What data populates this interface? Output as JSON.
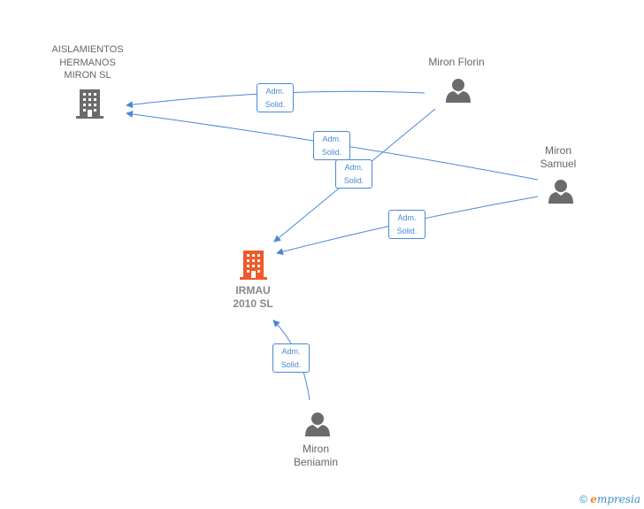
{
  "nodes": {
    "aislamientos": {
      "label": "AISLAMIENTOS\nHERMANOS\nMIRON  SL",
      "type": "company",
      "color": "#6b6b6b"
    },
    "irmau": {
      "label": "IRMAU\n2010  SL",
      "type": "company",
      "color": "#f05a28"
    },
    "miron_florin": {
      "label": "Miron Florin",
      "type": "person",
      "color": "#6b6b6b"
    },
    "miron_samuel": {
      "label": "Miron\nSamuel",
      "type": "person",
      "color": "#6b6b6b"
    },
    "miron_beniamin": {
      "label": "Miron\nBeniamin",
      "type": "person",
      "color": "#6b6b6b"
    }
  },
  "edges": [
    {
      "from": "miron_florin",
      "to": "aislamientos",
      "line1": "Adm.",
      "line2": "Solid."
    },
    {
      "from": "miron_samuel",
      "to": "aislamientos",
      "line1": "Adm.",
      "line2": "Solid."
    },
    {
      "from": "miron_florin",
      "to": "irmau",
      "line1": "Adm.",
      "line2": "Solid."
    },
    {
      "from": "miron_samuel",
      "to": "irmau",
      "line1": "Adm.",
      "line2": "Solid."
    },
    {
      "from": "miron_beniamin",
      "to": "irmau",
      "line1": "Adm.",
      "line2": "Solid."
    }
  ],
  "colors": {
    "edge": "#4a88d6"
  },
  "footer": {
    "copyright": "©",
    "brand_initial": "e",
    "brand_rest": "mpresia"
  }
}
